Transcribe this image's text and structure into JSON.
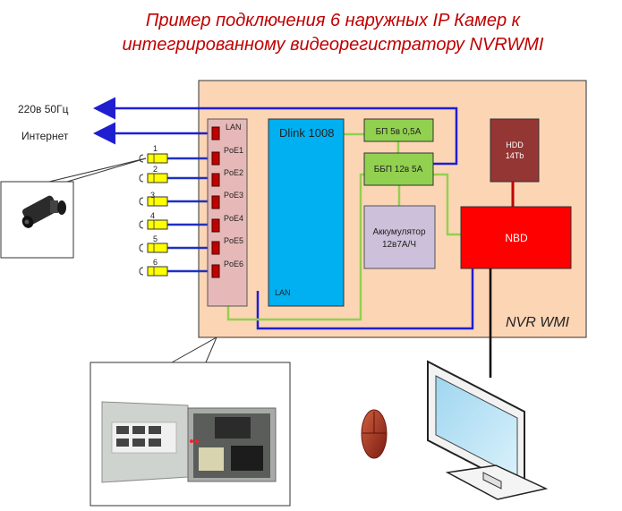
{
  "title": {
    "line1": "Пример подключения 6 наружных IP Камер к",
    "line2": "интегрированному видеорегистратору NVRWMI"
  },
  "external": {
    "power": "220в 50Гц",
    "internet": "Интернет"
  },
  "ports": {
    "lan": "LAN",
    "poe": [
      "PoE1",
      "PoE2",
      "PoE3",
      "PoE4",
      "PoE5",
      "PoE6"
    ],
    "switch_lan": "LAN"
  },
  "camera_numbers": [
    "1",
    "2",
    "3",
    "4",
    "5",
    "6"
  ],
  "switch": {
    "name": "Dlink 1008"
  },
  "psu": {
    "label": "БП  5в 0,5А"
  },
  "ups": {
    "label": "ББП  12в 5А"
  },
  "battery": {
    "line1": "Аккумулятор",
    "line2": "12в7А/Ч"
  },
  "hdd": {
    "line1": "HDD",
    "line2": "14Tb"
  },
  "nvr": {
    "label": "NBD"
  },
  "enclosure": {
    "label": "NVR WMI"
  },
  "colors": {
    "enclosure_fill": "#fcd5b5",
    "switch_fill": "#00b0f0",
    "psu_fill": "#92d050",
    "battery_fill": "#ccc0da",
    "hdd_fill": "#943634",
    "nvr_fill": "#ff0000",
    "port_panel_fill": "#e6b9b8",
    "cable_blue": "#1f1fd0",
    "cable_green": "#92d050",
    "cable_yellow": "#ffff00",
    "title_red": "#c00000"
  }
}
